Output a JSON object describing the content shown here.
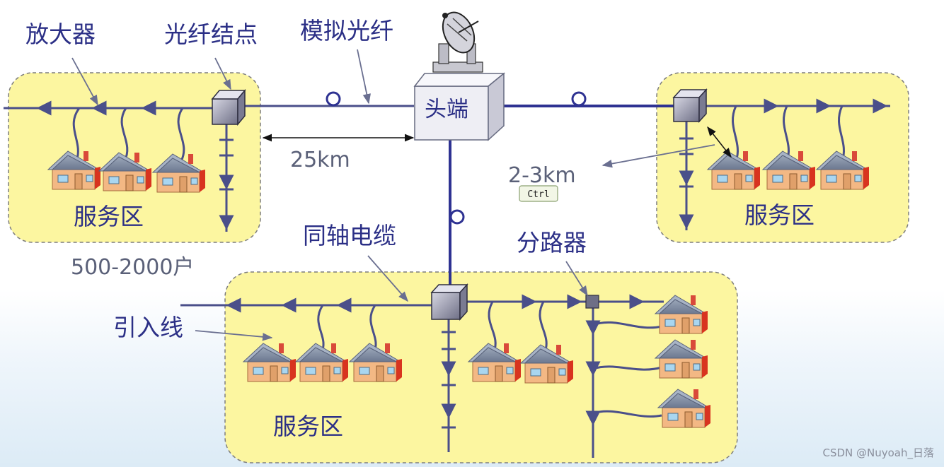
{
  "labels": {
    "amplifier": "放大器",
    "fiber_node": "光纤结点",
    "analog_fiber": "模拟光纤",
    "headend": "头端",
    "coax": "同轴电缆",
    "splitter": "分路器",
    "drop_line": "引入线",
    "service_area_left": "服务区",
    "service_area_right": "服务区",
    "service_area_bottom": "服务区",
    "distance_fiber": "25km",
    "distance_coax": "2-3km",
    "households": "500-2000户",
    "ctrl_key": "Ctrl"
  },
  "watermark": "CSDN @Nuyoah_日落",
  "colors": {
    "line": "#4a4f8a",
    "fiber": "#2e3292",
    "area_fill": "#fcf6a0",
    "area_border": "#7d7d7d",
    "label_dark": "#2b2f86",
    "label_grey": "#5a6078"
  }
}
